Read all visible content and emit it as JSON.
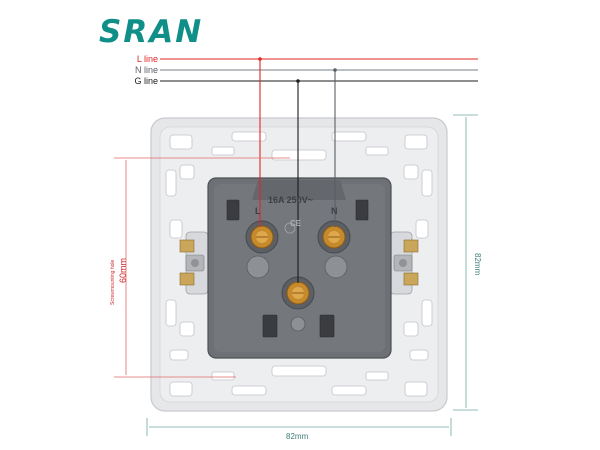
{
  "brand": {
    "name": "SRAN",
    "color": "#0f8f87"
  },
  "wires": {
    "l_label": "L line",
    "n_label": "N line",
    "g_label": "G line",
    "l_color": "#e32626",
    "n_color": "#5a5f66",
    "g_color": "#1c1c1c"
  },
  "dimensions": {
    "width_label": "82mm",
    "height_label": "82mm",
    "screw_spacing_label": "60mm",
    "screw_note": "Screwmounting hole"
  },
  "socket": {
    "rating": "16A 250V~",
    "l_mark": "L",
    "n_mark": "N",
    "ce_mark": "CE"
  }
}
